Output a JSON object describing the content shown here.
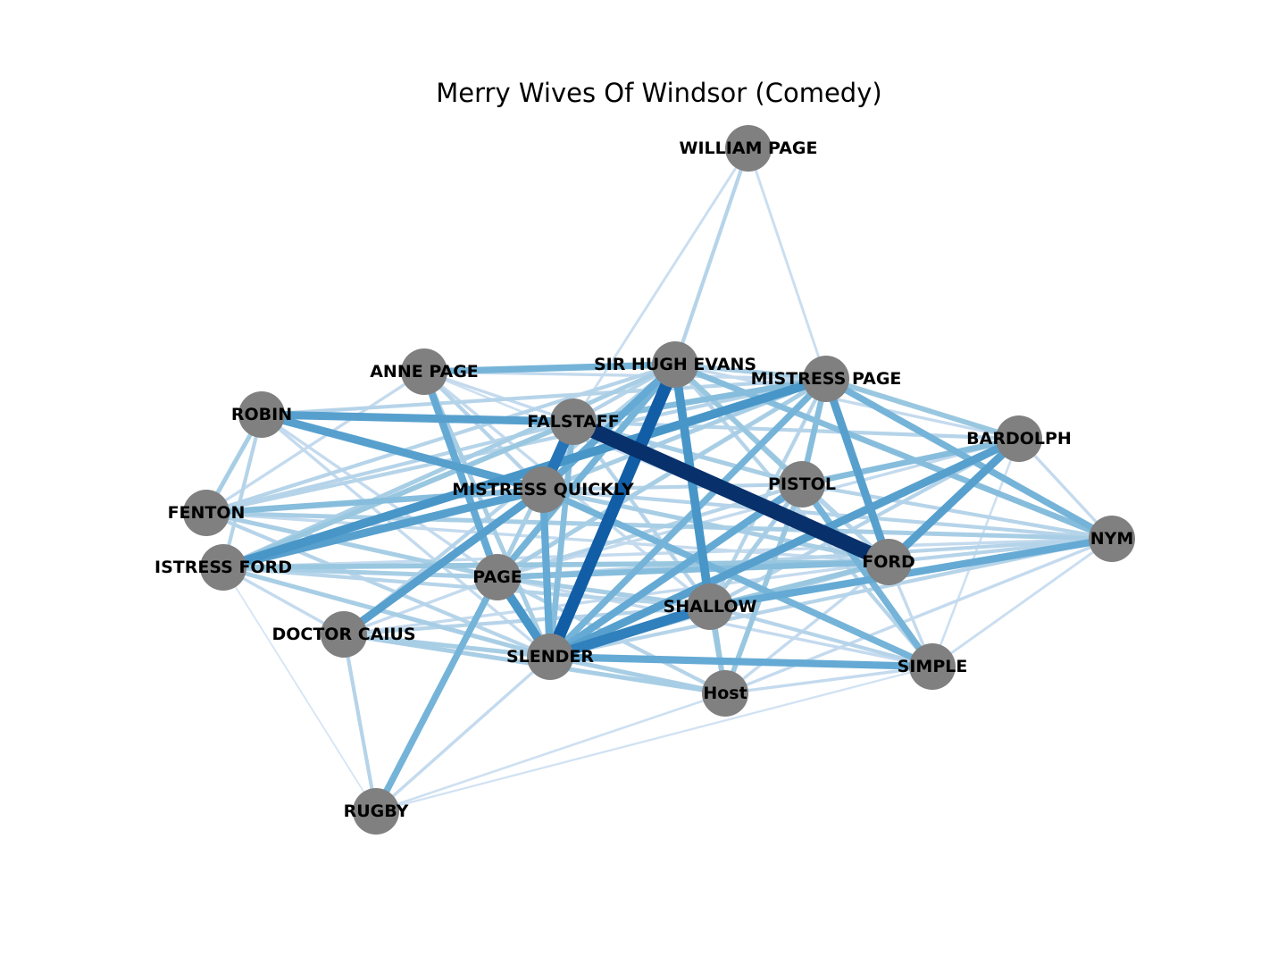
{
  "title": "Merry Wives Of Windsor (Comedy)",
  "node_color": "#808080",
  "edge_colormap": [
    "#deebf7",
    "#c6dbef",
    "#9ecae1",
    "#6baed6",
    "#4292c6",
    "#2171b5",
    "#08519c",
    "#08306b"
  ],
  "nodes": [
    {
      "id": "WILLIAM PAGE",
      "label": "WILLIAM PAGE"
    },
    {
      "id": "SIR HUGH EVANS",
      "label": "SIR HUGH EVANS"
    },
    {
      "id": "MISTRESS PAGE",
      "label": "MISTRESS PAGE"
    },
    {
      "id": "ANNE PAGE",
      "label": "ANNE PAGE"
    },
    {
      "id": "ROBIN",
      "label": "ROBIN"
    },
    {
      "id": "FALSTAFF",
      "label": "FALSTAFF"
    },
    {
      "id": "BARDOLPH",
      "label": "BARDOLPH"
    },
    {
      "id": "MISTRESS QUICKLY",
      "label": "MISTRESS QUICKLY"
    },
    {
      "id": "PISTOL",
      "label": "PISTOL"
    },
    {
      "id": "FENTON",
      "label": "FENTON"
    },
    {
      "id": "NYM",
      "label": "NYM"
    },
    {
      "id": "MISTRESS FORD",
      "label": "ISTRESS FORD"
    },
    {
      "id": "FORD",
      "label": "FORD"
    },
    {
      "id": "PAGE",
      "label": "PAGE"
    },
    {
      "id": "SHALLOW",
      "label": "SHALLOW"
    },
    {
      "id": "DOCTOR CAIUS",
      "label": "DOCTOR CAIUS"
    },
    {
      "id": "SLENDER",
      "label": "SLENDER"
    },
    {
      "id": "SIMPLE",
      "label": "SIMPLE"
    },
    {
      "id": "Host",
      "label": "Host"
    },
    {
      "id": "RUGBY",
      "label": "RUGBY"
    }
  ],
  "edges": [
    [
      "FALSTAFF",
      "FORD",
      1.0
    ],
    [
      "SIR HUGH EVANS",
      "SLENDER",
      0.8
    ],
    [
      "SLENDER",
      "SHALLOW",
      0.65
    ],
    [
      "FALSTAFF",
      "MISTRESS QUICKLY",
      0.7
    ],
    [
      "SIR HUGH EVANS",
      "SHALLOW",
      0.55
    ],
    [
      "MISTRESS FORD",
      "MISTRESS PAGE",
      0.55
    ],
    [
      "MISTRESS FORD",
      "MISTRESS QUICKLY",
      0.5
    ],
    [
      "ROBIN",
      "FALSTAFF",
      0.5
    ],
    [
      "ROBIN",
      "MISTRESS QUICKLY",
      0.5
    ],
    [
      "PAGE",
      "SLENDER",
      0.55
    ],
    [
      "DOCTOR CAIUS",
      "MISTRESS QUICKLY",
      0.5
    ],
    [
      "MISTRESS PAGE",
      "FORD",
      0.5
    ],
    [
      "BARDOLPH",
      "FORD",
      0.5
    ],
    [
      "BARDOLPH",
      "SLENDER",
      0.5
    ],
    [
      "NYM",
      "SHALLOW",
      0.45
    ],
    [
      "SLENDER",
      "SIMPLE",
      0.45
    ],
    [
      "MISTRESS QUICKLY",
      "SLENDER",
      0.45
    ],
    [
      "ANNE PAGE",
      "PAGE",
      0.45
    ],
    [
      "ANNE PAGE",
      "SIR HUGH EVANS",
      0.4
    ],
    [
      "SIR HUGH EVANS",
      "MISTRESS QUICKLY",
      0.45
    ],
    [
      "SIR HUGH EVANS",
      "PAGE",
      0.4
    ],
    [
      "MISTRESS PAGE",
      "PISTOL",
      0.35
    ],
    [
      "PISTOL",
      "SLENDER",
      0.45
    ],
    [
      "PISTOL",
      "SIMPLE",
      0.4
    ],
    [
      "MISTRESS PAGE",
      "SLENDER",
      0.4
    ],
    [
      "MISTRESS PAGE",
      "NYM",
      0.4
    ],
    [
      "PAGE",
      "FORD",
      0.35
    ],
    [
      "SIR HUGH EVANS",
      "NYM",
      0.35
    ],
    [
      "PISTOL",
      "BARDOLPH",
      0.35
    ],
    [
      "RUGBY",
      "PAGE",
      0.4
    ],
    [
      "MISTRESS QUICKLY",
      "SIMPLE",
      0.4
    ],
    [
      "FALSTAFF",
      "SLENDER",
      0.35
    ],
    [
      "FALSTAFF",
      "MISTRESS PAGE",
      0.35
    ],
    [
      "MISTRESS PAGE",
      "BARDOLPH",
      0.3
    ],
    [
      "FENTON",
      "MISTRESS QUICKLY",
      0.35
    ],
    [
      "MISTRESS FORD",
      "FORD",
      0.3
    ],
    [
      "SHALLOW",
      "FORD",
      0.3
    ],
    [
      "Host",
      "PISTOL",
      0.3
    ],
    [
      "Host",
      "SIR HUGH EVANS",
      0.3
    ],
    [
      "ROBIN",
      "FENTON",
      0.25
    ],
    [
      "MISTRESS FORD",
      "FALSTAFF",
      0.3
    ],
    [
      "WILLIAM PAGE",
      "SIR HUGH EVANS",
      0.2
    ],
    [
      "WILLIAM PAGE",
      "MISTRESS PAGE",
      0.12
    ],
    [
      "WILLIAM PAGE",
      "FALSTAFF",
      0.12
    ],
    [
      "MISTRESS FORD",
      "PAGE",
      0.25
    ],
    [
      "MISTRESS FORD",
      "SLENDER",
      0.25
    ],
    [
      "MISTRESS FORD",
      "SIR HUGH EVANS",
      0.25
    ],
    [
      "FENTON",
      "NYM",
      0.25
    ],
    [
      "FENTON",
      "PAGE",
      0.25
    ],
    [
      "FENTON",
      "SIR HUGH EVANS",
      0.2
    ],
    [
      "FENTON",
      "SLENDER",
      0.2
    ],
    [
      "DOCTOR CAIUS",
      "SLENDER",
      0.25
    ],
    [
      "DOCTOR CAIUS",
      "SIR HUGH EVANS",
      0.2
    ],
    [
      "DOCTOR CAIUS",
      "RUGBY",
      0.2
    ],
    [
      "DOCTOR CAIUS",
      "Host",
      0.25
    ],
    [
      "DOCTOR CAIUS",
      "SHALLOW",
      0.2
    ],
    [
      "ANNE PAGE",
      "SLENDER",
      0.25
    ],
    [
      "ANNE PAGE",
      "FALSTAFF",
      0.15
    ],
    [
      "ANNE PAGE",
      "SHALLOW",
      0.15
    ],
    [
      "Host",
      "SLENDER",
      0.25
    ],
    [
      "Host",
      "SHALLOW",
      0.25
    ],
    [
      "Host",
      "PAGE",
      0.2
    ],
    [
      "Host",
      "NYM",
      0.15
    ],
    [
      "Host",
      "SIMPLE",
      0.15
    ],
    [
      "PAGE",
      "NYM",
      0.2
    ],
    [
      "PAGE",
      "SHALLOW",
      0.25
    ],
    [
      "PAGE",
      "MISTRESS PAGE",
      0.25
    ],
    [
      "PAGE",
      "PISTOL",
      0.2
    ],
    [
      "SHALLOW",
      "PISTOL",
      0.25
    ],
    [
      "SHALLOW",
      "BARDOLPH",
      0.2
    ],
    [
      "SHALLOW",
      "MISTRESS PAGE",
      0.2
    ],
    [
      "SHALLOW",
      "SIMPLE",
      0.2
    ],
    [
      "FORD",
      "NYM",
      0.2
    ],
    [
      "FORD",
      "SLENDER",
      0.2
    ],
    [
      "FORD",
      "SIMPLE",
      0.15
    ],
    [
      "FORD",
      "Host",
      0.15
    ],
    [
      "NYM",
      "SLENDER",
      0.2
    ],
    [
      "NYM",
      "BARDOLPH",
      0.15
    ],
    [
      "NYM",
      "SIMPLE",
      0.12
    ],
    [
      "NYM",
      "PISTOL",
      0.2
    ],
    [
      "RUGBY",
      "SLENDER",
      0.15
    ],
    [
      "RUGBY",
      "Host",
      0.1
    ],
    [
      "RUGBY",
      "SIMPLE",
      0.08
    ],
    [
      "RUGBY",
      "MISTRESS FORD",
      0.05
    ],
    [
      "ROBIN",
      "MISTRESS PAGE",
      0.2
    ],
    [
      "ROBIN",
      "MISTRESS FORD",
      0.2
    ],
    [
      "ROBIN",
      "PAGE",
      0.15
    ],
    [
      "ROBIN",
      "SLENDER",
      0.15
    ],
    [
      "FENTON",
      "FORD",
      0.15
    ],
    [
      "FENTON",
      "MISTRESS PAGE",
      0.2
    ],
    [
      "FENTON",
      "FALSTAFF",
      0.2
    ],
    [
      "MISTRESS FORD",
      "SHALLOW",
      0.2
    ],
    [
      "MISTRESS FORD",
      "NYM",
      0.15
    ],
    [
      "MISTRESS FORD",
      "DOCTOR CAIUS",
      0.15
    ],
    [
      "MISTRESS QUICKLY",
      "NYM",
      0.2
    ],
    [
      "MISTRESS QUICKLY",
      "PISTOL",
      0.2
    ],
    [
      "MISTRESS QUICKLY",
      "FORD",
      0.25
    ],
    [
      "MISTRESS QUICKLY",
      "MISTRESS PAGE",
      0.25
    ],
    [
      "FALSTAFF",
      "PISTOL",
      0.25
    ],
    [
      "FALSTAFF",
      "BARDOLPH",
      0.2
    ],
    [
      "FALSTAFF",
      "PAGE",
      0.25
    ],
    [
      "FALSTAFF",
      "SIR HUGH EVANS",
      0.2
    ],
    [
      "FALSTAFF",
      "SHALLOW",
      0.2
    ],
    [
      "SIR HUGH EVANS",
      "PISTOL",
      0.3
    ],
    [
      "SIR HUGH EVANS",
      "MISTRESS PAGE",
      0.25
    ],
    [
      "SIR HUGH EVANS",
      "FORD",
      0.2
    ],
    [
      "SIR HUGH EVANS",
      "SIMPLE",
      0.2
    ],
    [
      "SIR HUGH EVANS",
      "BARDOLPH",
      0.15
    ],
    [
      "PISTOL",
      "FORD",
      0.2
    ],
    [
      "BARDOLPH",
      "SIMPLE",
      0.1
    ],
    [
      "BARDOLPH",
      "PAGE",
      0.15
    ],
    [
      "SIMPLE",
      "PAGE",
      0.15
    ],
    [
      "DOCTOR CAIUS",
      "FORD",
      0.15
    ],
    [
      "DOCTOR CAIUS",
      "PAGE",
      0.15
    ],
    [
      "ANNE PAGE",
      "MISTRESS QUICKLY",
      0.2
    ],
    [
      "ANNE PAGE",
      "FENTON",
      0.15
    ],
    [
      "ANNE PAGE",
      "MISTRESS PAGE",
      0.15
    ],
    [
      "ANNE PAGE",
      "FORD",
      0.1
    ]
  ]
}
